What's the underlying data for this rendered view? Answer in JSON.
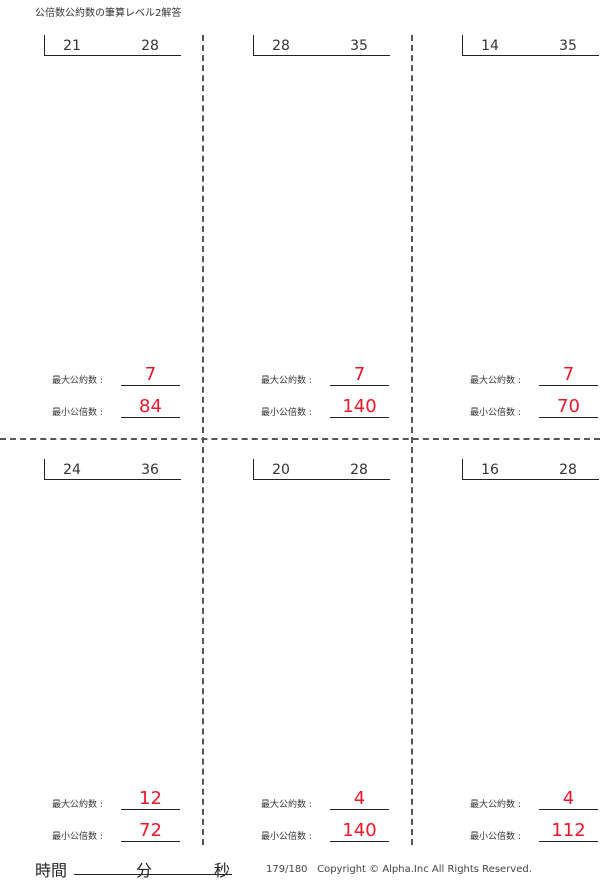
{
  "title": "公倍数公約数の筆算レベル2解答",
  "gcd_label": "最大公約数 :",
  "lcm_label": "最小公倍数 :",
  "problems": [
    {
      "a": "21",
      "b": "28",
      "gcd": "7",
      "lcm": "84"
    },
    {
      "a": "28",
      "b": "35",
      "gcd": "7",
      "lcm": "140"
    },
    {
      "a": "14",
      "b": "35",
      "gcd": "7",
      "lcm": "70"
    },
    {
      "a": "24",
      "b": "36",
      "gcd": "12",
      "lcm": "72"
    },
    {
      "a": "20",
      "b": "28",
      "gcd": "4",
      "lcm": "140"
    },
    {
      "a": "16",
      "b": "28",
      "gcd": "4",
      "lcm": "112"
    }
  ],
  "footer": {
    "time": "時間",
    "min": "分",
    "sec": "秒",
    "page": "179/180",
    "copyright": "Copyright ©  Alpha.Inc All Rights Reserved."
  }
}
